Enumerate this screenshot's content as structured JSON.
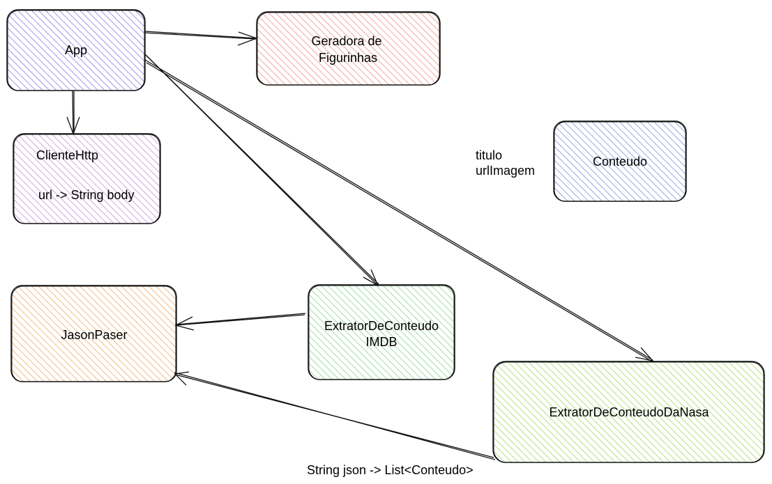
{
  "nodes": {
    "app": {
      "lines": [
        "App"
      ],
      "color": "#8c7ae6"
    },
    "geradora": {
      "lines": [
        "Geradora de",
        "Figurinhas"
      ],
      "color": "#f08c8c"
    },
    "cliente_http": {
      "lines": [
        "ClienteHttp",
        "url -> String body"
      ],
      "color": "#c98be0"
    },
    "conteudo": {
      "lines": [
        "Conteudo"
      ],
      "color": "#7e92df"
    },
    "jason_paser": {
      "lines": [
        "JasonPaser"
      ],
      "color": "#f2a764"
    },
    "extrator_imdb": {
      "lines": [
        "ExtratorDeConteudo",
        "IMDB"
      ],
      "color": "#86d48f"
    },
    "extrator_nasa": {
      "lines": [
        "ExtratorDeConteudoDaNasa"
      ],
      "color": "#a4d65e"
    }
  },
  "annotations": {
    "conteudo_fields": [
      "titulo",
      "urlImagem"
    ],
    "parser_signature": "String json -> List<Conteudo>"
  },
  "edges": [
    {
      "from": "app",
      "to": "geradora"
    },
    {
      "from": "app",
      "to": "cliente_http"
    },
    {
      "from": "app",
      "to": "extrator_imdb"
    },
    {
      "from": "app",
      "to": "extrator_nasa"
    },
    {
      "from": "extrator_imdb",
      "to": "jason_paser"
    },
    {
      "from": "extrator_nasa",
      "to": "jason_paser"
    }
  ]
}
